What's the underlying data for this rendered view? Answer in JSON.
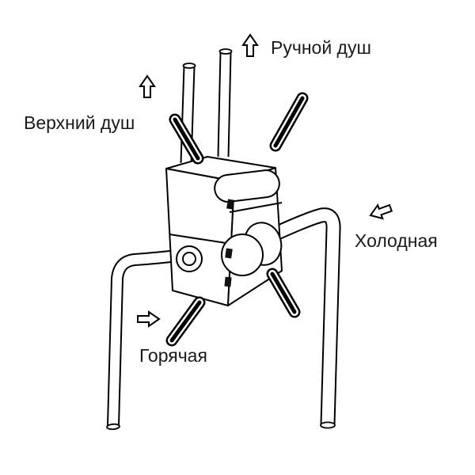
{
  "diagram": {
    "type": "plumbing-installation-schematic",
    "subject": "concealed-shower-mixer-valve",
    "labels": {
      "hand_shower": "Ручной душ",
      "overhead_shower": "Верхний душ",
      "cold": "Холодная",
      "hot": "Горячая"
    },
    "icons": {
      "hand_shower_arrow": "flow-arrow-up",
      "overhead_shower_arrow": "flow-arrow-up",
      "cold_arrow": "flow-arrow-left-down",
      "hot_arrow": "flow-arrow-right"
    },
    "colors": {
      "line": "#000000",
      "fill": "#ffffff",
      "text": "#1a1a1a"
    }
  }
}
